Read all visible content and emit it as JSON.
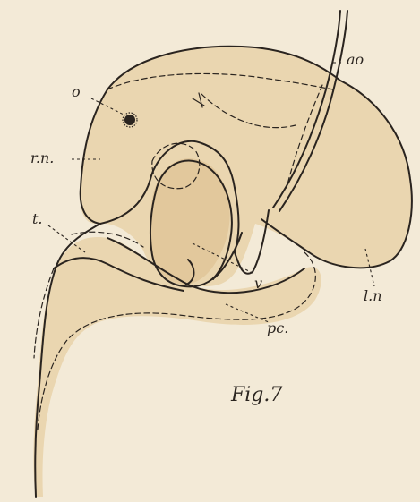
{
  "figure": {
    "caption": "Fig.7",
    "labels": {
      "o": "o",
      "ao": "ao",
      "rn": "r.n.",
      "t": "t.",
      "v": "v",
      "ln": "l.n",
      "pc": "pc."
    }
  },
  "colors": {
    "paper": "#f3ead7",
    "tissue": "#ead6b0",
    "tissue_shade": "#e2c89c",
    "ink": "#2a241f"
  }
}
